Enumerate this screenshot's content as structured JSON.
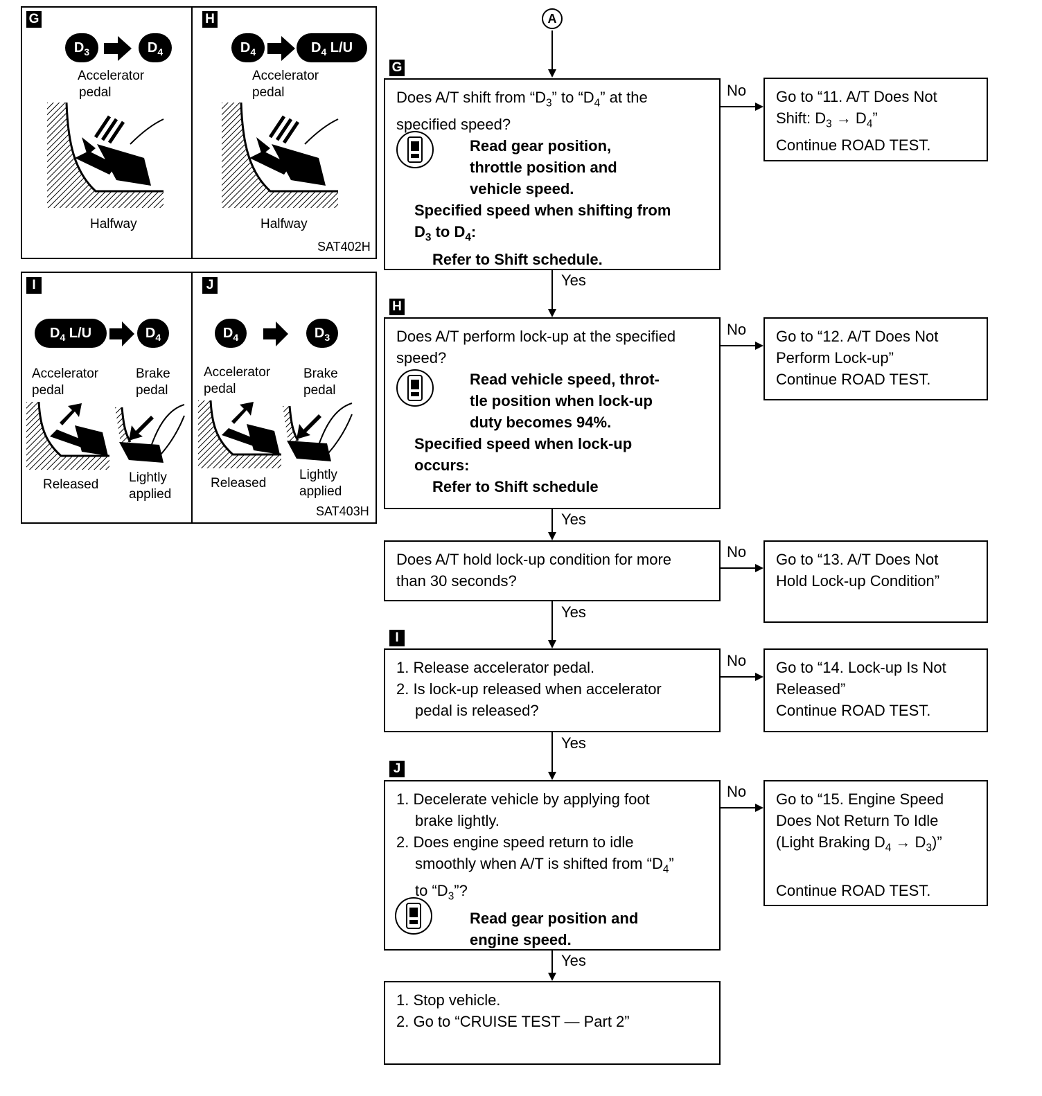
{
  "connector": {
    "label": "A"
  },
  "tags": {
    "g": "G",
    "h": "H",
    "i": "I",
    "j": "J"
  },
  "edge_labels": {
    "no": "No",
    "yes": "Yes"
  },
  "panels": {
    "g": {
      "from": "D",
      "from_sub": "3",
      "to": "D",
      "to_sub": "4",
      "pedal_label_1": "Accelerator",
      "pedal_label_2": "pedal",
      "state": "Halfway"
    },
    "h": {
      "from": "D",
      "from_sub": "4",
      "to": "D",
      "to_sub": "4",
      "to_suffix": "L/U",
      "pedal_label_1": "Accelerator",
      "pedal_label_2": "pedal",
      "state": "Halfway",
      "code": "SAT402H"
    },
    "i": {
      "from": "D",
      "from_sub": "4",
      "from_suffix": "L/U",
      "to": "D",
      "to_sub": "4",
      "acc_label_1": "Accelerator",
      "acc_label_2": "pedal",
      "brake_label_1": "Brake",
      "brake_label_2": "pedal",
      "acc_state": "Released",
      "brake_state_1": "Lightly",
      "brake_state_2": "applied"
    },
    "j": {
      "from": "D",
      "from_sub": "4",
      "to": "D",
      "to_sub": "3",
      "acc_label_1": "Accelerator",
      "acc_label_2": "pedal",
      "brake_label_1": "Brake",
      "brake_label_2": "pedal",
      "acc_state": "Released",
      "brake_state_1": "Lightly",
      "brake_state_2": "applied",
      "code": "SAT403H"
    }
  },
  "steps": {
    "g": {
      "q1": "Does A/T shift from “D",
      "q1_sub": "3",
      "q2": "” to “D",
      "q2_sub": "4",
      "q3": "” at the",
      "q4": "specified speed?",
      "read_1": "Read gear position,",
      "read_2": "throttle position and",
      "read_3": "vehicle speed.",
      "spec_1": "Specified speed when shifting from",
      "spec_2a": "D",
      "spec_2a_sub": "3",
      "spec_2b": " to D",
      "spec_2b_sub": "4",
      "spec_2c": ":",
      "refer": "Refer to Shift schedule."
    },
    "h": {
      "q1": "Does A/T perform lock-up at the specified",
      "q2": "speed?",
      "read_1": "Read vehicle speed, throt-",
      "read_2": "tle position when lock-up",
      "read_3": "duty becomes 94%.",
      "spec_1": "Specified speed when lock-up",
      "spec_2": "occurs:",
      "refer": "Refer to Shift schedule"
    },
    "hold": {
      "q1": "Does A/T hold lock-up condition for more",
      "q2": "than 30 seconds?"
    },
    "i": {
      "l1": "1. Release accelerator pedal.",
      "l2a": "2. Is lock-up released when accelerator",
      "l2b": "pedal is released?"
    },
    "j": {
      "l1a": "1. Decelerate vehicle by applying foot",
      "l1b": "brake lightly.",
      "l2a": "2. Does engine speed return to idle",
      "l2b": "smoothly when A/T is shifted from “D",
      "l2b_sub": "4",
      "l2b_end": "”",
      "l2c": "to “D",
      "l2c_sub": "3",
      "l2c_end": "”?",
      "read_1": "Read gear position and",
      "read_2": "engine speed."
    },
    "final": {
      "l1": "1. Stop vehicle.",
      "l2": "2. Go to “CRUISE TEST — Part 2”"
    }
  },
  "outcomes": {
    "o11": {
      "l1": "Go to “11. A/T Does Not",
      "l2a": "Shift: D",
      "l2a_sub": "3",
      "l2b": " → D",
      "l2b_sub": "4",
      "l2c": "”",
      "l3": "Continue ROAD TEST."
    },
    "o12": {
      "l1": "Go to “12. A/T Does Not",
      "l2": "Perform Lock-up”",
      "l3": "Continue ROAD TEST."
    },
    "o13": {
      "l1": "Go to “13. A/T Does Not",
      "l2": "Hold Lock-up Condition”"
    },
    "o14": {
      "l1": "Go to “14. Lock-up Is Not",
      "l2": "Released”",
      "l3": "Continue ROAD TEST."
    },
    "o15": {
      "l1": "Go to “15. Engine Speed",
      "l2": "Does Not Return To Idle",
      "l3a": "(Light Braking D",
      "l3a_sub": "4",
      "l3b": " → D",
      "l3b_sub": "3",
      "l3c": ")”",
      "l4": "Continue ROAD TEST."
    }
  }
}
